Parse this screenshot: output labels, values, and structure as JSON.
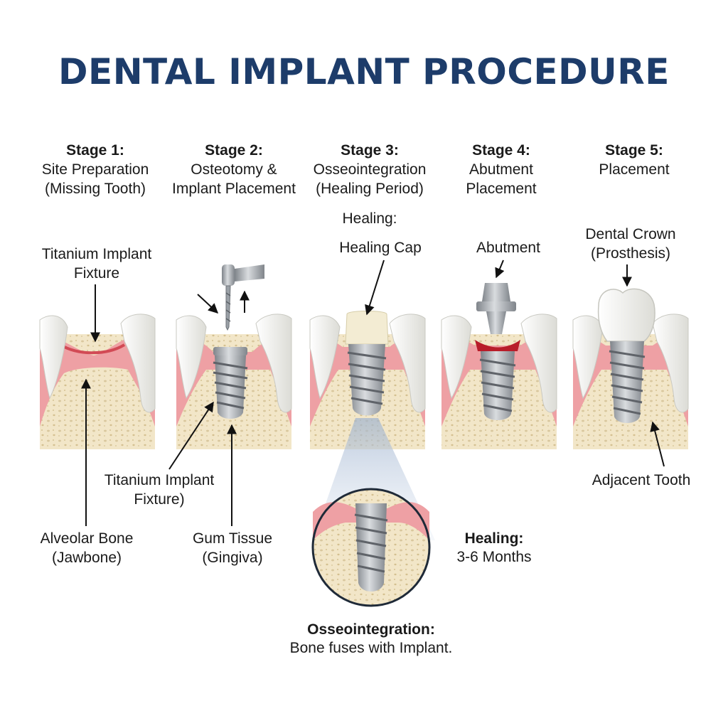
{
  "title": "DENTAL IMPLANT PROCEDURE",
  "stages": [
    {
      "heading": "Stage 1:",
      "subtitle": "Site Preparation\n(Missing Tooth)"
    },
    {
      "heading": "Stage 2:",
      "subtitle": "Osteotomy &\nImplant Placement"
    },
    {
      "heading": "Stage 3:",
      "subtitle": "Osseointegration\n(Healing Period)"
    },
    {
      "heading": "Stage 4:",
      "subtitle": "Abutment\nPlacement"
    },
    {
      "heading": "Stage 5:",
      "subtitle": "Placement"
    }
  ],
  "labels": {
    "titanium_fixture_top": "Titanium Implant\nFixture",
    "titanium_fixture_mid": "Titanium Implant\nFixture)",
    "alveolar_bone": "Alveolar Bone\n(Jawbone)",
    "gum_tissue": "Gum Tissue\n(Gingiva)",
    "healing_heading": "Healing:",
    "healing_cap": "Healing Cap",
    "abutment": "Abutment",
    "dental_crown": "Dental Crown\n(Prosthesis)",
    "adjacent_tooth": "Adjacent Tooth",
    "healing_time_heading": "Healing:",
    "healing_time_value": "3-6 Months",
    "osseo_heading": "Osseointegration:",
    "osseo_text": "Bone fuses with Implant."
  },
  "colors": {
    "title": "#1d3c6a",
    "gum": "#eea0a4",
    "bone": "#f2e6c8",
    "tooth": "#f7f7f4",
    "metal": "#a9adb3"
  }
}
